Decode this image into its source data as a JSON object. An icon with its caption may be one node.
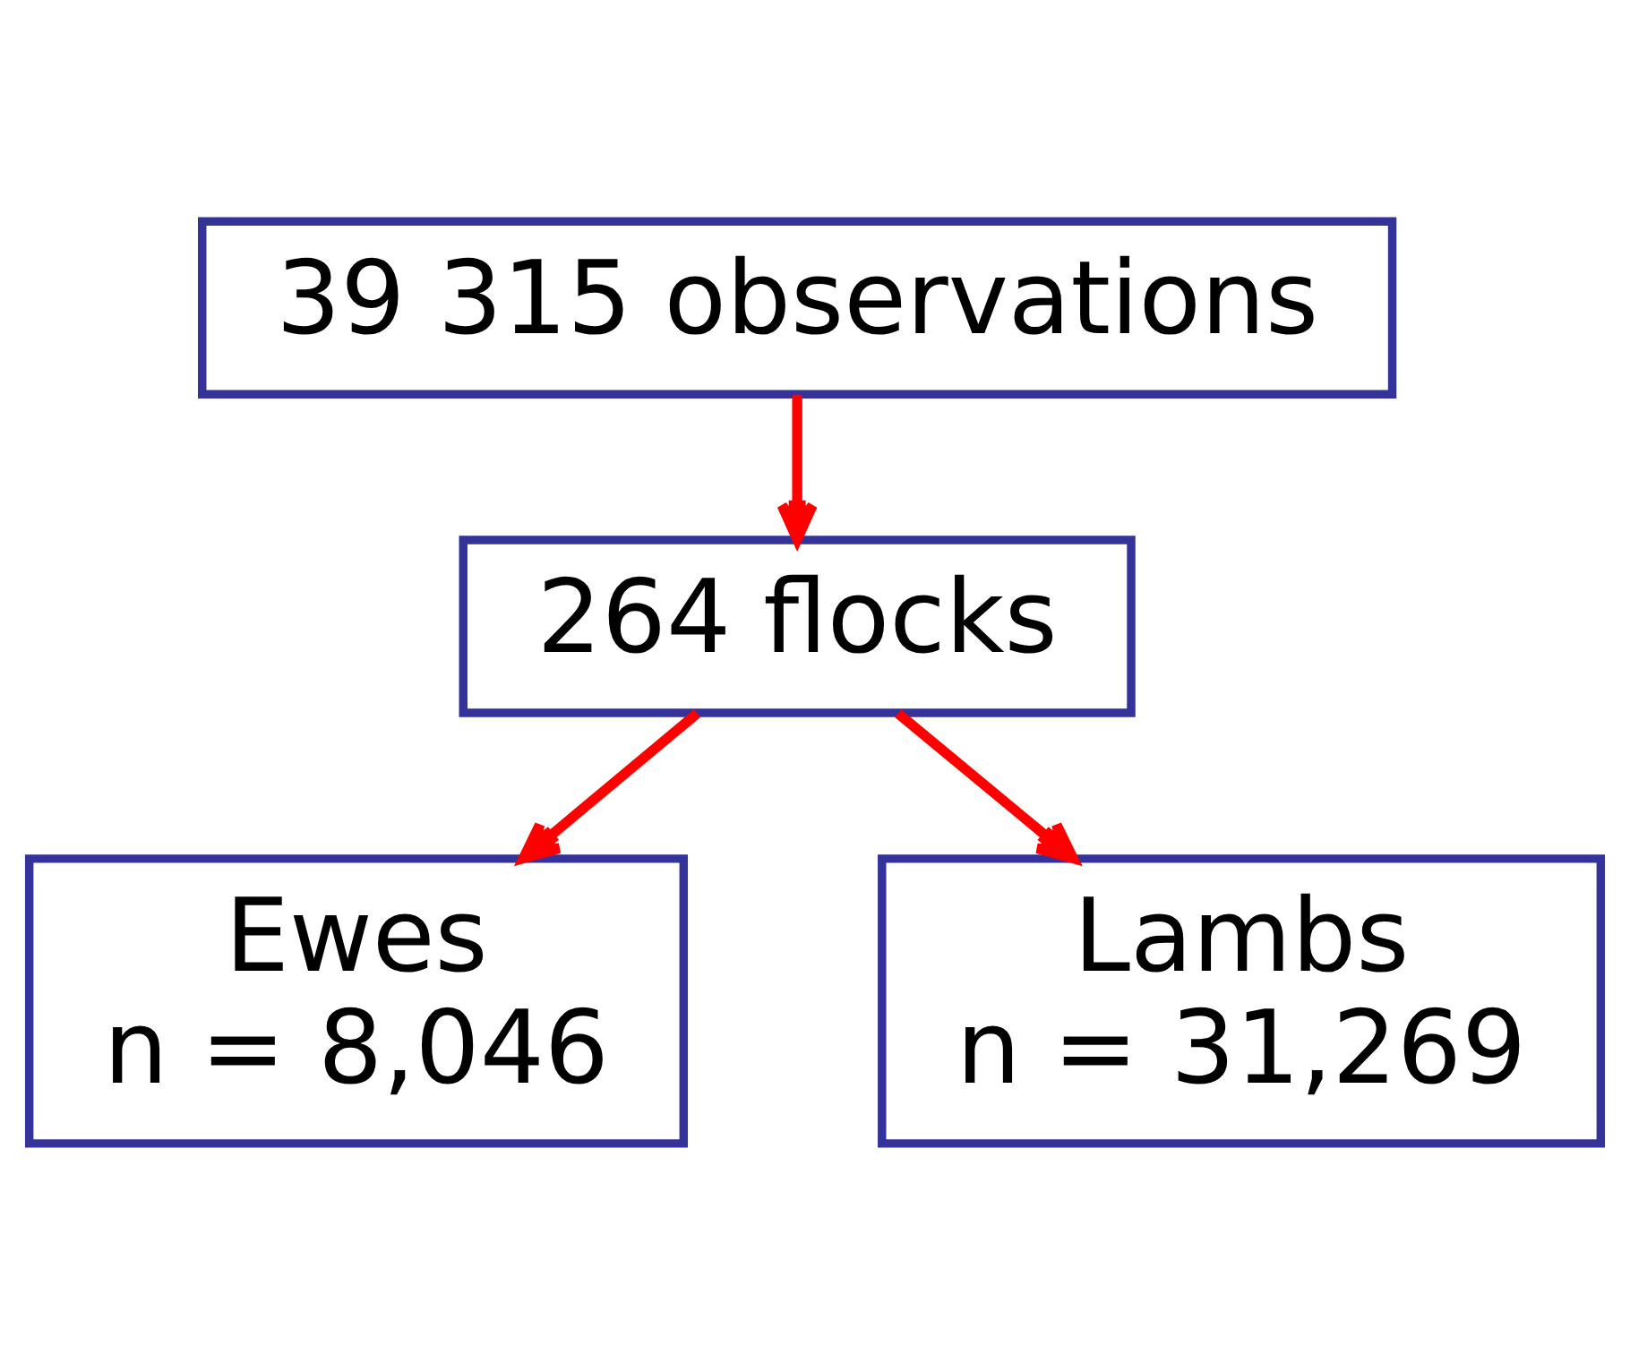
{
  "diagram": {
    "nodes": [
      {
        "text": [
          "39 315 observations"
        ]
      },
      {
        "text": [
          "264 flocks"
        ]
      },
      {
        "text": [
          "Ewes",
          "n = 8,046"
        ]
      },
      {
        "text": [
          "Lambs",
          "n = 31,269"
        ]
      }
    ],
    "edges": [
      {
        "from": 0,
        "to": 1,
        "arrow": "to"
      },
      {
        "from": 1,
        "to": 2,
        "arrow": "to"
      },
      {
        "from": 1,
        "to": 3,
        "arrow": "to"
      }
    ]
  }
}
